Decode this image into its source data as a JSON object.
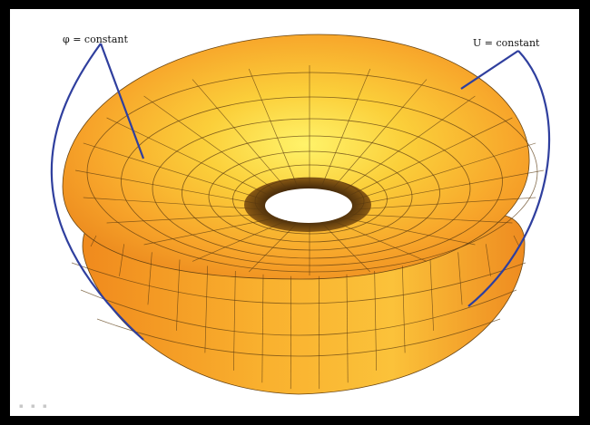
{
  "labels": {
    "phi": "φ = constant",
    "u": "U = constant"
  },
  "colors": {
    "surface_light": "#fde34a",
    "surface_mid": "#f9b32d",
    "surface_dark": "#e87a1a",
    "mesh": "#5a3a10",
    "pointer": "#2f3f9e",
    "frame": "#000000"
  },
  "icons": [
    "torus-surface-figure"
  ]
}
